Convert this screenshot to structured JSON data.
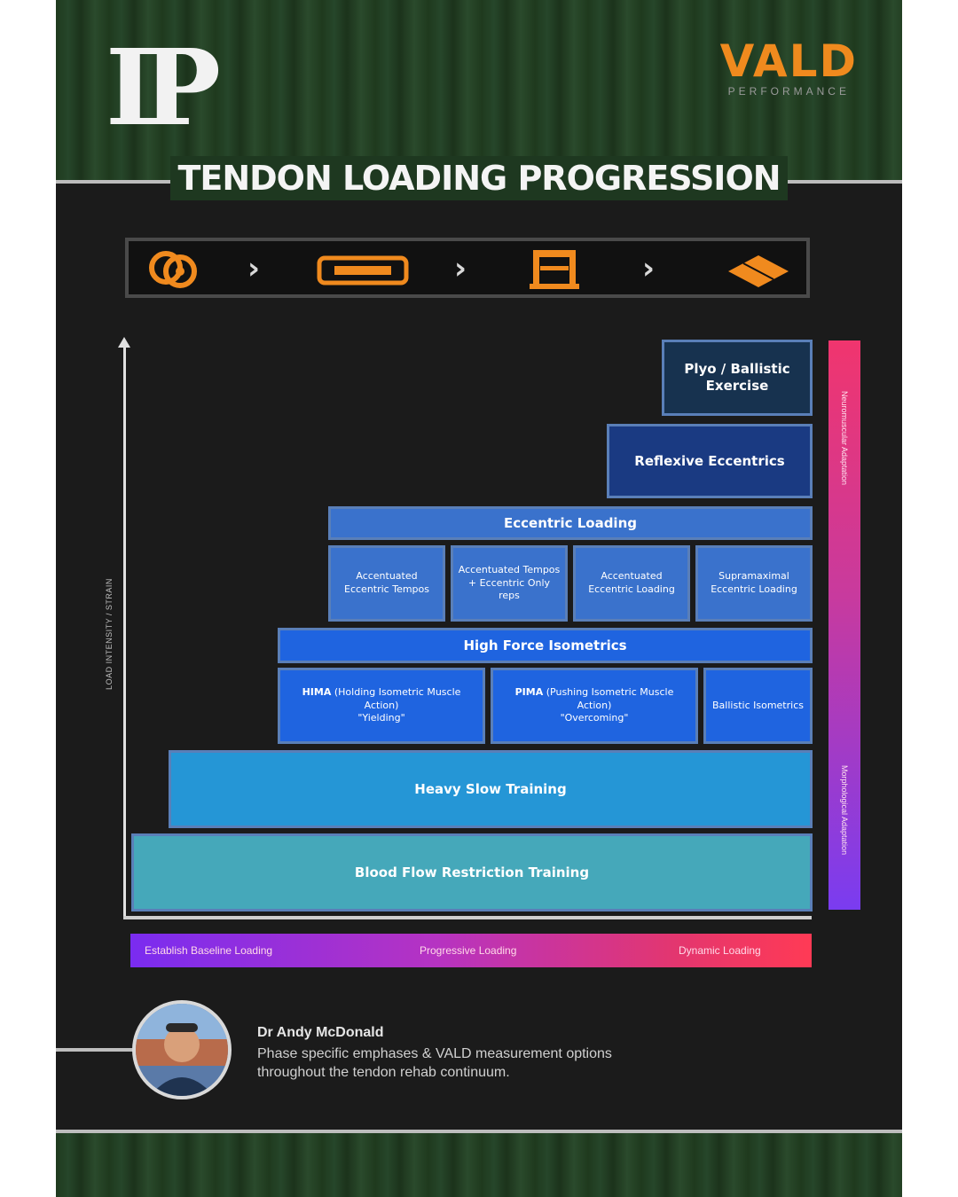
{
  "logos": {
    "left": "IP",
    "right_word": "VALD",
    "right_sub": "PERFORMANCE"
  },
  "title": "TENDON LOADING PROGRESSION",
  "icons": [
    "weight-plates-icon",
    "chevron-right-icon",
    "strap-icon",
    "chevron-right-icon",
    "squat-rack-icon",
    "chevron-right-icon",
    "force-plate-icon"
  ],
  "y_axis_label": "LOAD INTENSITY / STRAIN",
  "stages": {
    "plyo": "Plyo / Ballistic Exercise",
    "reflexive": "Reflexive Eccentrics",
    "eccentric": {
      "label": "Eccentric Loading",
      "items": [
        "Accentuated Eccentric Tempos",
        "Accentuated Tempos + Eccentric Only reps",
        "Accentuated Eccentric Loading",
        "Supramaximal Eccentric Loading"
      ]
    },
    "isometrics": {
      "label": "High Force Isometrics",
      "items": [
        {
          "abbr": "HIMA",
          "text": "(Holding Isometric Muscle Action)",
          "tag": "\"Yielding\""
        },
        {
          "abbr": "PIMA",
          "text": "(Pushing Isometric Muscle Action)",
          "tag": "\"Overcoming\""
        },
        {
          "abbr": "",
          "text": "Ballistic Isometrics",
          "tag": ""
        }
      ]
    },
    "heavy_slow": "Heavy Slow Training",
    "bfr": "Blood Flow Restriction Training"
  },
  "side_bar": {
    "top": "Neuromuscular Adaptation",
    "bottom": "Morphological Adaptation"
  },
  "bottom_bar": [
    "Establish Baseline Loading",
    "Progressive Loading",
    "Dynamic Loading"
  ],
  "author": {
    "name": "Dr Andy McDonald",
    "description": "Phase specific emphases & VALD measurement options throughout the tendon rehab continuum."
  },
  "colors": {
    "orange": "#f08a1e",
    "plyo": "#17324f",
    "reflexive": "#1a3a82",
    "eccentric": "#3a72cc",
    "isometric": "#1f64e0",
    "heavy": "#2596d6",
    "bfr": "#45a8ba"
  }
}
